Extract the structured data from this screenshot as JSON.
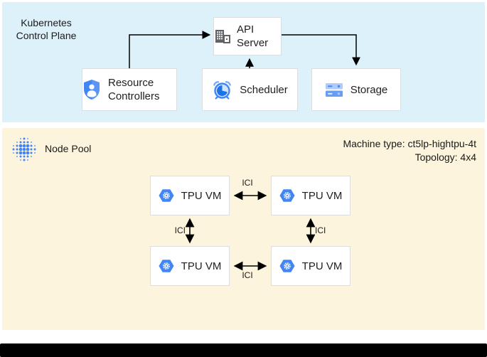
{
  "colors": {
    "control_plane_bg": "#ddf1fb",
    "node_pool_bg": "#fcf4dc",
    "box_border": "#dcdde1",
    "accent_blue": "#4285f4",
    "dark_blue": "#1a73e8",
    "light_blue": "#aecbfa",
    "icon_gray": "#5f6368",
    "arrow_black": "#000000",
    "bottom_bar": "#000000"
  },
  "control_plane": {
    "label": "Kubernetes Control Plane",
    "boxes": {
      "api_server": {
        "label": "API Server",
        "icon": "building-icon"
      },
      "resource_controllers": {
        "label": "Resource Controllers",
        "icon": "shield-user-icon"
      },
      "scheduler": {
        "label": "Scheduler",
        "icon": "alarm-clock-icon"
      },
      "storage": {
        "label": "Storage",
        "icon": "server-stack-icon"
      }
    }
  },
  "node_pool": {
    "label": "Node Pool",
    "icon": "dot-cluster-icon",
    "machine_type": "Machine type: ct5lp-hightpu-4t",
    "topology": "Topology: 4x4",
    "vm_label": "TPU VM",
    "vm_icon": "gke-hexagon-gear-icon",
    "interconnect_label": "ICI"
  }
}
